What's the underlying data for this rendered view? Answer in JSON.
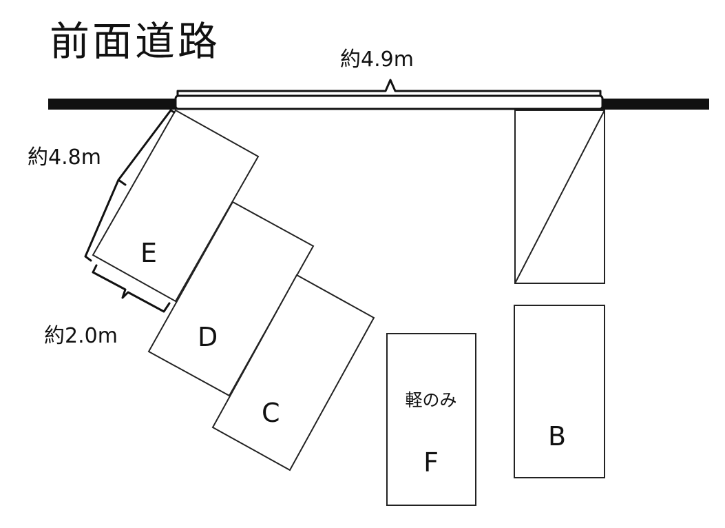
{
  "title": "前面道路",
  "dimensions": {
    "road_width": "約4.9m",
    "slot_length": "約4.8m",
    "slot_width": "約2.0m"
  },
  "slots": {
    "b": {
      "label": "B"
    },
    "c": {
      "label": "C"
    },
    "d": {
      "label": "D"
    },
    "e": {
      "label": "E"
    },
    "f": {
      "label": "F",
      "note": "軽のみ"
    }
  },
  "colors": {
    "line": "#111111",
    "background": "#ffffff"
  }
}
